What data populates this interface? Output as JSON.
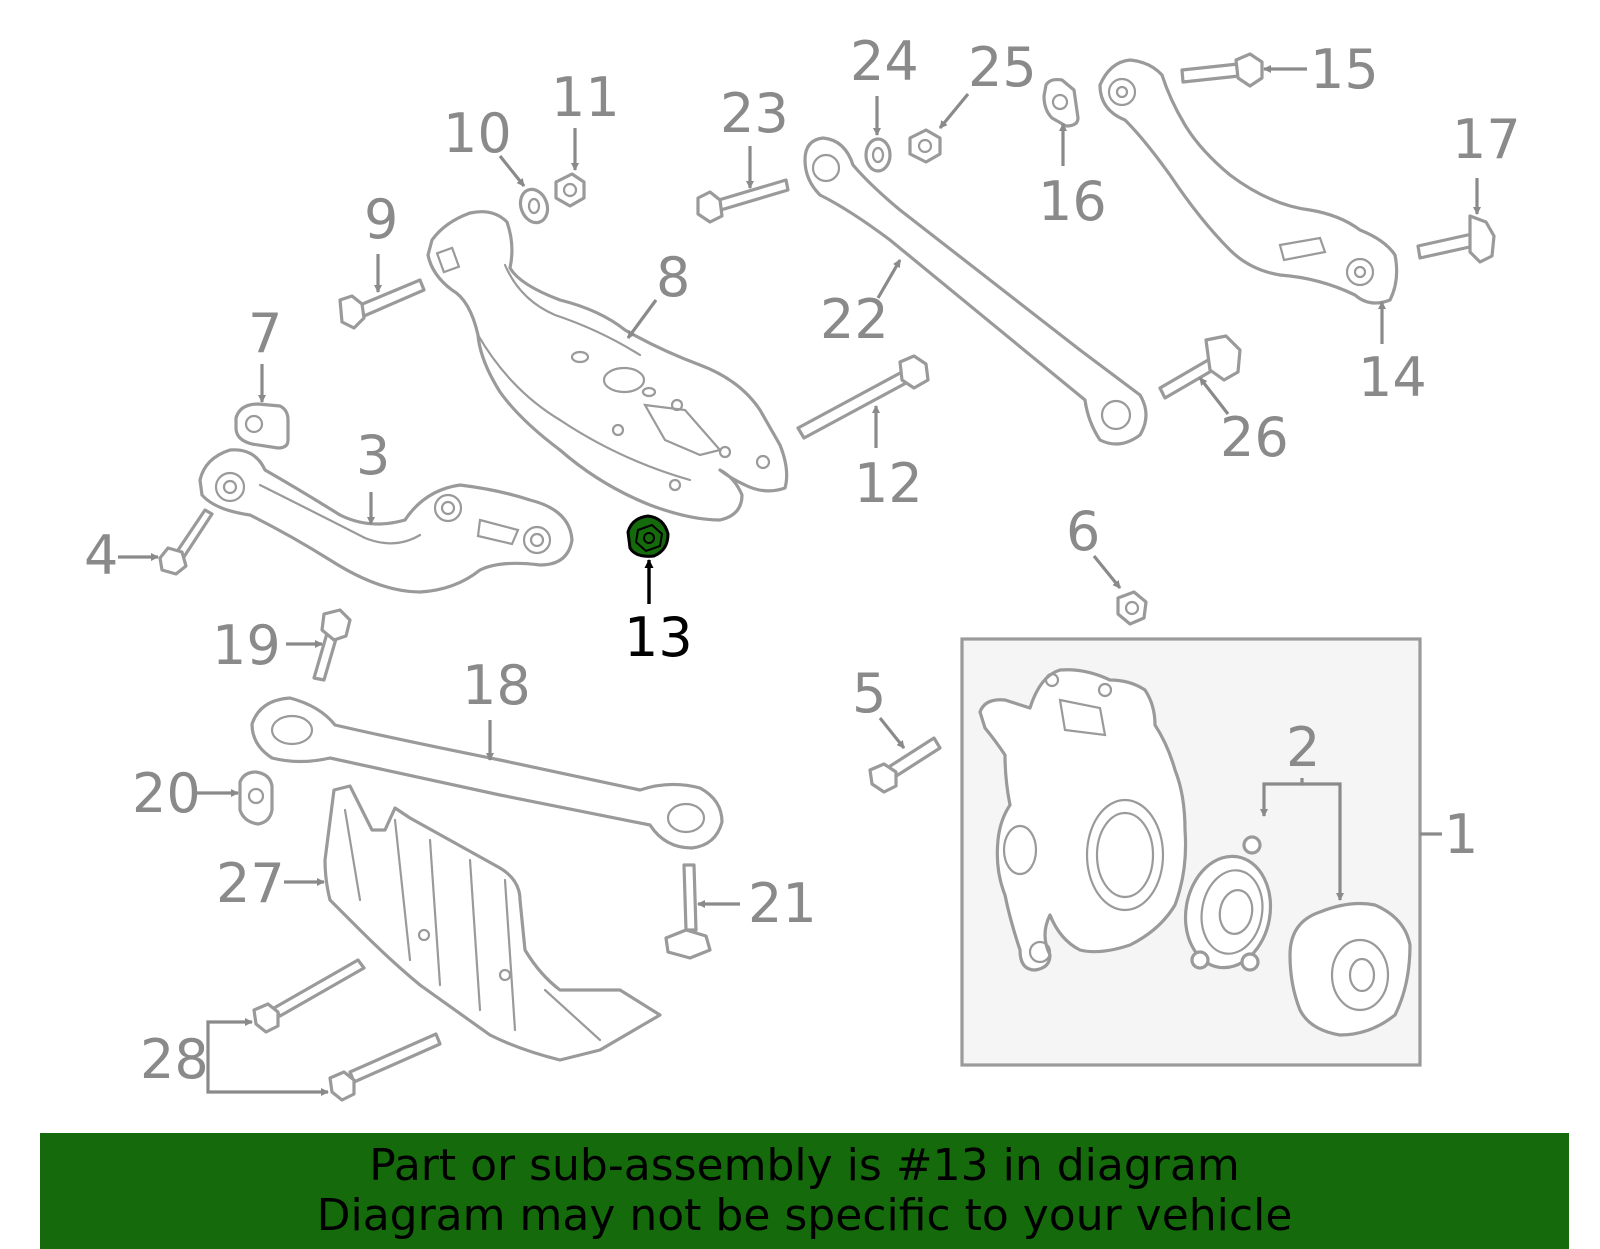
{
  "diagram": {
    "callouts": [
      "1",
      "2",
      "3",
      "4",
      "5",
      "6",
      "7",
      "8",
      "9",
      "10",
      "11",
      "12",
      "13",
      "14",
      "15",
      "16",
      "17",
      "18",
      "19",
      "20",
      "21",
      "22",
      "23",
      "24",
      "25",
      "26",
      "27",
      "28"
    ],
    "highlighted_callout": "13",
    "colors": {
      "part_stroke": "#9a9a9a",
      "label": "#8a8a8a",
      "highlight_fill": "#156b0c",
      "highlight_label": "#000000",
      "box_fill": "#f5f5f5"
    }
  },
  "banner": {
    "line1": "Part or sub-assembly is #13 in diagram",
    "line2": "Diagram may not be specific to your vehicle",
    "background": "#156b0c"
  }
}
